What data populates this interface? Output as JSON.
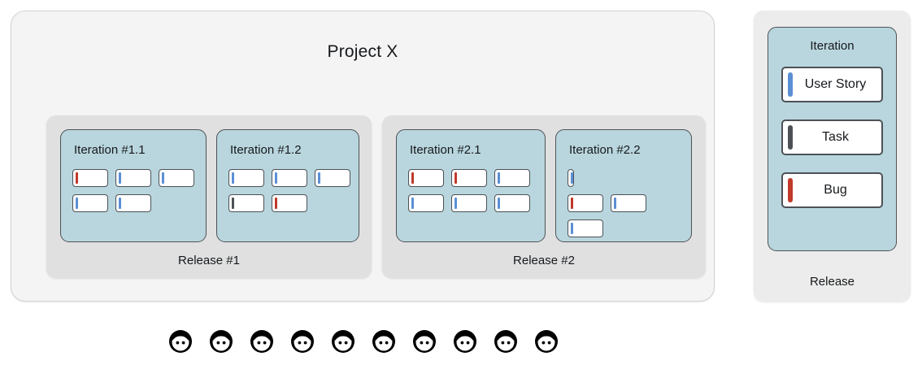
{
  "colors": {
    "story": "#5b8fd4",
    "task": "#4d5156",
    "bug": "#c0392b",
    "iteration_bg": "#b9d6de",
    "release_bg": "#e0e0e0",
    "project_bg": "#f4f4f4",
    "legend_bg": "#ececec",
    "outline": "#4d5156"
  },
  "project": {
    "title": "Project X",
    "releases": [
      {
        "label": "Release #1",
        "iterations": [
          {
            "title": "Iteration #1.1",
            "cards": [
              "bug",
              "story",
              "story",
              "story",
              "story"
            ]
          },
          {
            "title": "Iteration #1.2",
            "cards": [
              "story",
              "story",
              "story",
              "task",
              "bug"
            ]
          }
        ]
      },
      {
        "label": "Release #2",
        "iterations": [
          {
            "title": "Iteration #2.1",
            "cards": [
              "bug",
              "bug",
              "story",
              "story",
              "story",
              "story"
            ]
          },
          {
            "title": "Iteration #2.2",
            "cards": [
              "story",
              "bug",
              "story",
              "story"
            ]
          }
        ]
      }
    ]
  },
  "legend": {
    "iteration_title": "Iteration",
    "release_label": "Release",
    "items": [
      {
        "label": "User Story",
        "type": "story"
      },
      {
        "label": "Task",
        "type": "task"
      },
      {
        "label": "Bug",
        "type": "bug"
      }
    ]
  },
  "people": {
    "icon": "person-icon",
    "count": 10
  }
}
